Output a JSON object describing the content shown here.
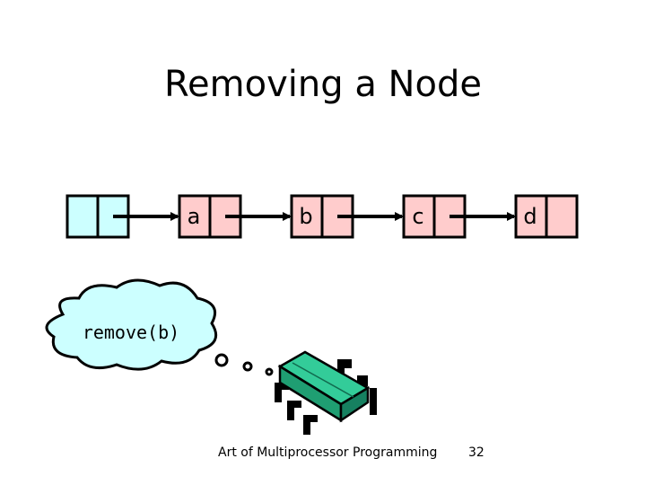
{
  "slide": {
    "title": "Removing a Node",
    "footer": "Art of Multiprocessor Programming",
    "page_number": "32"
  },
  "list": {
    "nodes": [
      {
        "label": "",
        "role": "head sentinel",
        "fill": "#ccffff"
      },
      {
        "label": "a",
        "fill": "#ffcccc"
      },
      {
        "label": "b",
        "fill": "#ffcccc"
      },
      {
        "label": "c",
        "fill": "#ffcccc"
      },
      {
        "label": "d",
        "fill": "#ffcccc"
      }
    ]
  },
  "thread": {
    "thought": "remove(b)",
    "bubble_fill": "#ccffff",
    "body_color": "#33cc99",
    "icon": "multiprocessor-chip-icon"
  },
  "colors": {
    "outline": "#000000",
    "sentinel": "#ccffff",
    "node": "#ffcccc",
    "chip": "#33cc99"
  }
}
